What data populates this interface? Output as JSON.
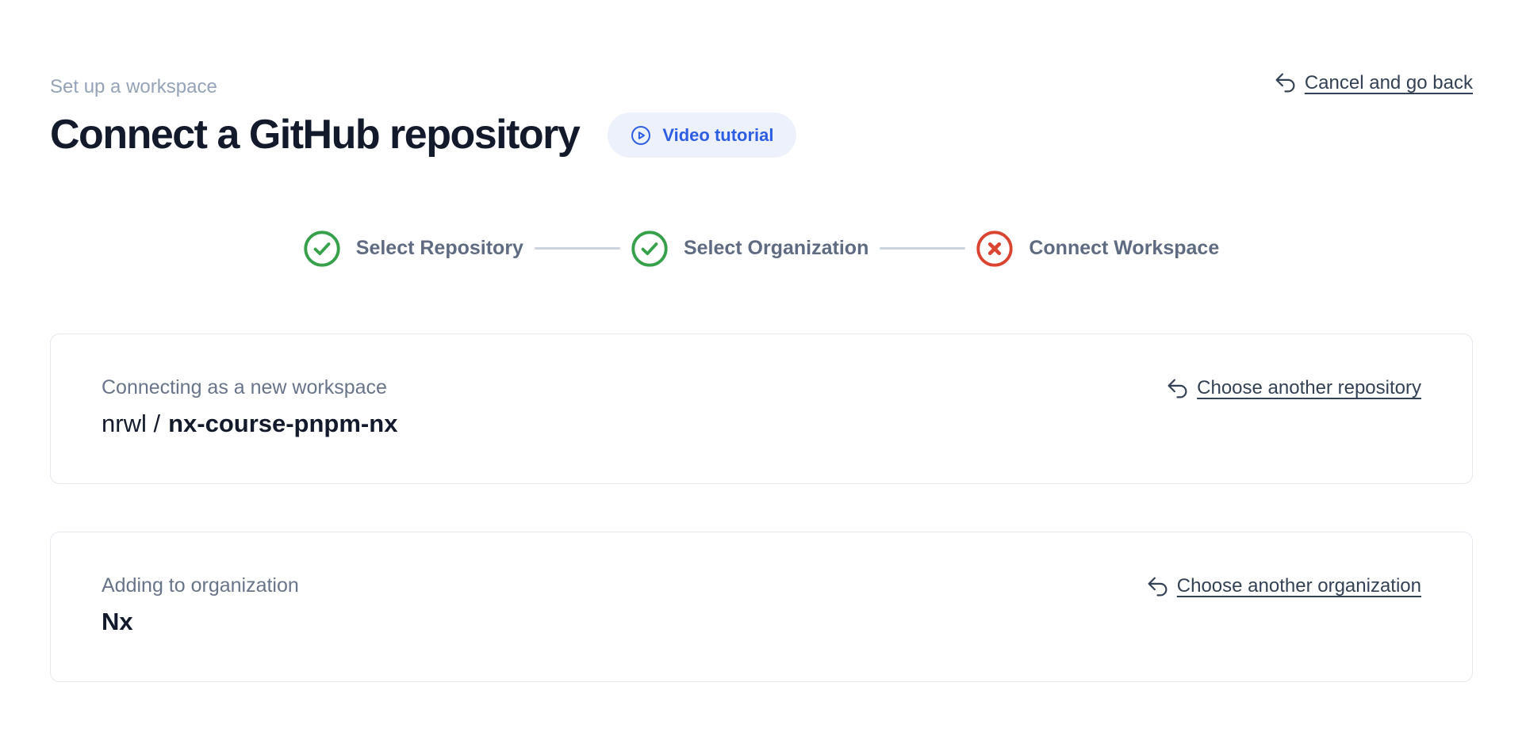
{
  "page": {
    "eyebrow": "Set up a workspace",
    "title": "Connect a GitHub repository"
  },
  "header": {
    "video_tutorial_label": "Video tutorial",
    "cancel_label": "Cancel and go back"
  },
  "stepper": {
    "steps": [
      {
        "label": "Select Repository",
        "status": "complete"
      },
      {
        "label": "Select Organization",
        "status": "complete"
      },
      {
        "label": "Connect Workspace",
        "status": "error"
      }
    ]
  },
  "cards": {
    "repository": {
      "label": "Connecting as a new workspace",
      "owner": "nrwl /",
      "repo": "nx-course-pnpm-nx",
      "action_label": "Choose another repository"
    },
    "organization": {
      "label": "Adding to organization",
      "name": "Nx",
      "action_label": "Choose another organization"
    }
  },
  "icons": {
    "video_tutorial": "play-circle-icon",
    "back_links": "arrow-uturn-left-icon",
    "step_complete": "check-circle-icon",
    "step_error": "x-circle-icon"
  },
  "colors": {
    "success_green": "#36a04b",
    "error_red": "#da4430",
    "accent_blue": "#2d5de2",
    "pill_background": "#edf1fc",
    "eyebrow_gray": "#94a3b8",
    "heading_ink": "#131a2b",
    "link_slate": "#334155",
    "step_label": "#5e6b81",
    "connector": "#ccd3e0",
    "card_border": "#e5e8ee"
  }
}
